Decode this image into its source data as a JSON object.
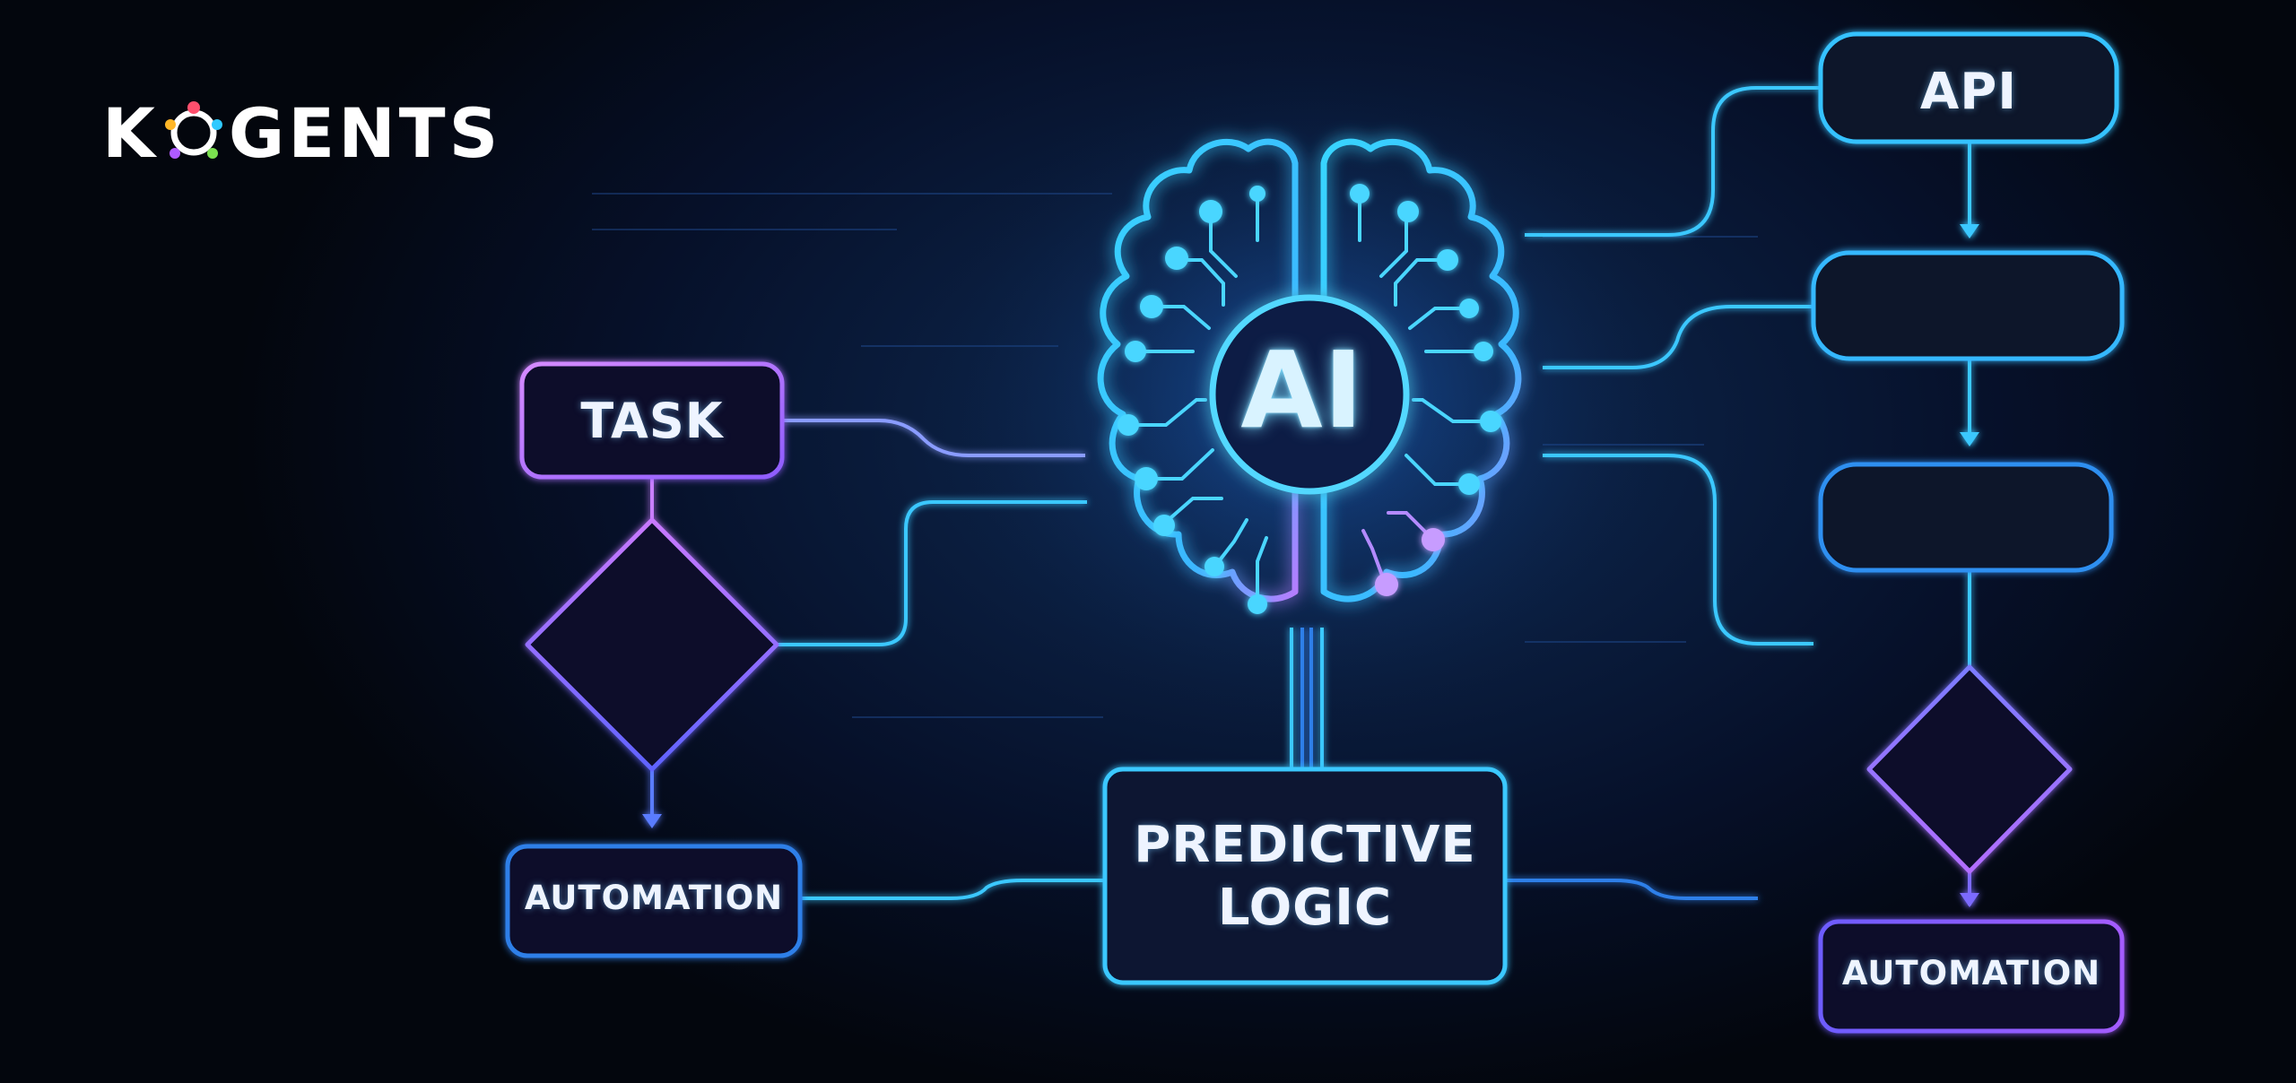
{
  "logo": {
    "text_before": "K",
    "text_after": "GENTS"
  },
  "diagram": {
    "center": "AI",
    "left_column": {
      "top_box": "TASK",
      "bottom_box": "AUTOMATION"
    },
    "middle": {
      "line1": "PREDICTIVE",
      "line2": "LOGIC"
    },
    "right_column": {
      "top_box": "API",
      "bottom_box": "AUTOMATION"
    }
  },
  "colors": {
    "background": "#061029",
    "cyan": "#3fd2ff",
    "blue": "#2f7fe8",
    "purple": "#a569ff",
    "magenta": "#d07bff",
    "text": "#eef4ff"
  },
  "icons": [
    "brain-icon",
    "logo-mark-icon"
  ]
}
